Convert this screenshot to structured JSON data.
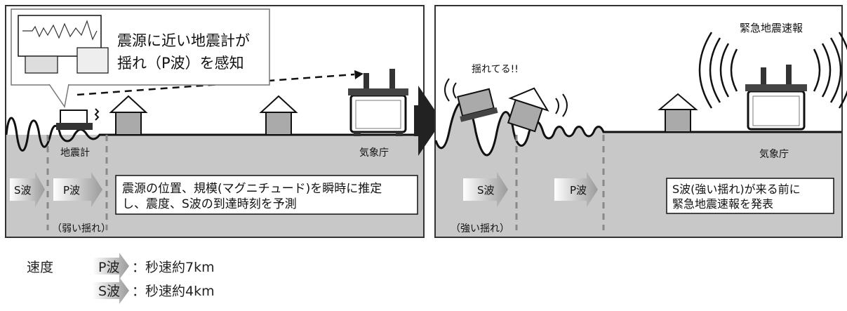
{
  "left_panel": {
    "callout_line1": "震源に近い地震計が",
    "callout_line2": "揺れ（P波）を感知",
    "seismometer_label": "地震計",
    "jma_label": "気象庁",
    "s_wave_label": "S波",
    "p_wave_label": "P波",
    "info_line1": "震源の位置、規模(マグニチュード)を瞬時に推定",
    "info_line2": "し、震度、S波の到達時刻を予測",
    "weak_shaking": "（弱い揺れ）"
  },
  "right_panel": {
    "shaking_exclaim": "揺れてる!!",
    "alert_title": "緊急地震速報",
    "jma_label": "気象庁",
    "s_wave_label": "S波",
    "p_wave_label": "P波",
    "info_line1": "S波(強い揺れ)が来る前に",
    "info_line2": "緊急地震速報を発表",
    "strong_shaking": "（強い揺れ）"
  },
  "legend": {
    "title": "速度",
    "p_wave": "P波",
    "p_speed": "：秒速約7km",
    "s_wave": "S波",
    "s_speed": "：秒速約4km"
  }
}
